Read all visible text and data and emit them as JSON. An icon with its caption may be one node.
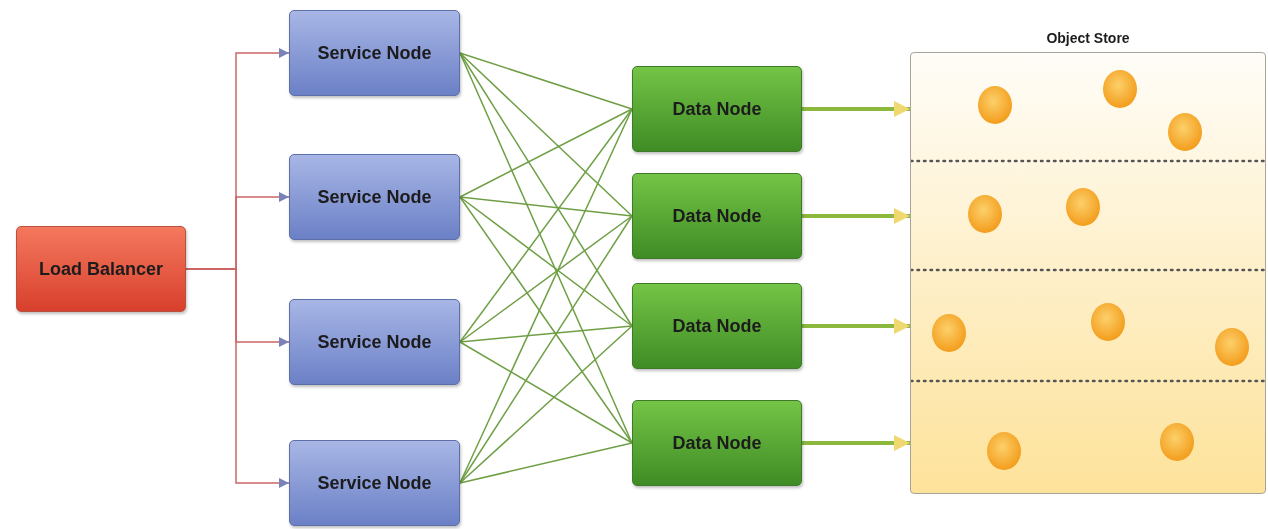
{
  "diagram": {
    "nodes": [
      {
        "text": [
          "Load Balancer"
        ]
      },
      {
        "text": [
          "Service Node"
        ]
      },
      {
        "text": [
          "Service Node"
        ]
      },
      {
        "text": [
          "Service Node"
        ]
      },
      {
        "text": [
          "Service Node"
        ]
      },
      {
        "text": [
          "Data Node"
        ]
      },
      {
        "text": [
          "Data Node"
        ]
      },
      {
        "text": [
          "Data Node"
        ]
      },
      {
        "text": [
          "Data Node"
        ]
      },
      {
        "text": [
          "Object Store"
        ]
      }
    ],
    "edges": [
      {
        "from": 0,
        "to": 1,
        "arrow": "to",
        "color": "#cc6666"
      },
      {
        "from": 0,
        "to": 2,
        "arrow": "to",
        "color": "#cc6666"
      },
      {
        "from": 0,
        "to": 3,
        "arrow": "to",
        "color": "#cc6666"
      },
      {
        "from": 0,
        "to": 4,
        "arrow": "to",
        "color": "#cc6666"
      },
      {
        "from": 1,
        "to": 5,
        "arrow": "none"
      },
      {
        "from": 1,
        "to": 6,
        "arrow": "none"
      },
      {
        "from": 1,
        "to": 7,
        "arrow": "none"
      },
      {
        "from": 1,
        "to": 8,
        "arrow": "none"
      },
      {
        "from": 2,
        "to": 5,
        "arrow": "none"
      },
      {
        "from": 2,
        "to": 6,
        "arrow": "none"
      },
      {
        "from": 2,
        "to": 7,
        "arrow": "none"
      },
      {
        "from": 2,
        "to": 8,
        "arrow": "none"
      },
      {
        "from": 3,
        "to": 5,
        "arrow": "none"
      },
      {
        "from": 3,
        "to": 6,
        "arrow": "none"
      },
      {
        "from": 3,
        "to": 7,
        "arrow": "none"
      },
      {
        "from": 3,
        "to": 8,
        "arrow": "none"
      },
      {
        "from": 4,
        "to": 5,
        "arrow": "none"
      },
      {
        "from": 4,
        "to": 6,
        "arrow": "none"
      },
      {
        "from": 4,
        "to": 7,
        "arrow": "none"
      },
      {
        "from": 4,
        "to": 8,
        "arrow": "none"
      },
      {
        "from": 5,
        "to": 9,
        "arrow": "to",
        "style": "thick",
        "color": "#8db83e"
      },
      {
        "from": 6,
        "to": 9,
        "arrow": "to",
        "style": "thick",
        "color": "#8db83e"
      },
      {
        "from": 7,
        "to": 9,
        "arrow": "to",
        "style": "thick",
        "color": "#8db83e"
      },
      {
        "from": 8,
        "to": 9,
        "arrow": "to",
        "style": "thick",
        "color": "#8db83e"
      }
    ]
  }
}
